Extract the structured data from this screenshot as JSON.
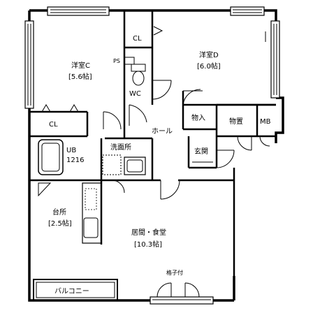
{
  "rooms": {
    "western_c": {
      "name": "洋室C",
      "size": "[5.6帖]"
    },
    "western_d": {
      "name": "洋室D",
      "size": "[6.0帖]"
    },
    "closet_top": "CL",
    "closet_left": "CL",
    "wc": "WC",
    "ps": "PS",
    "storage_1": "物入",
    "storage_2": "物置",
    "mb": "MB",
    "hall": "ホール",
    "entrance": "玄関",
    "unit_bath": "UB",
    "unit_bath_size": "1216",
    "washroom": "洗面所",
    "kitchen": {
      "name": "台所",
      "size": "[2.5帖]"
    },
    "living": {
      "name": "居間・食堂",
      "size": "[10.3帖]"
    },
    "balcony": "バルコニー",
    "window_note": "格子付"
  }
}
